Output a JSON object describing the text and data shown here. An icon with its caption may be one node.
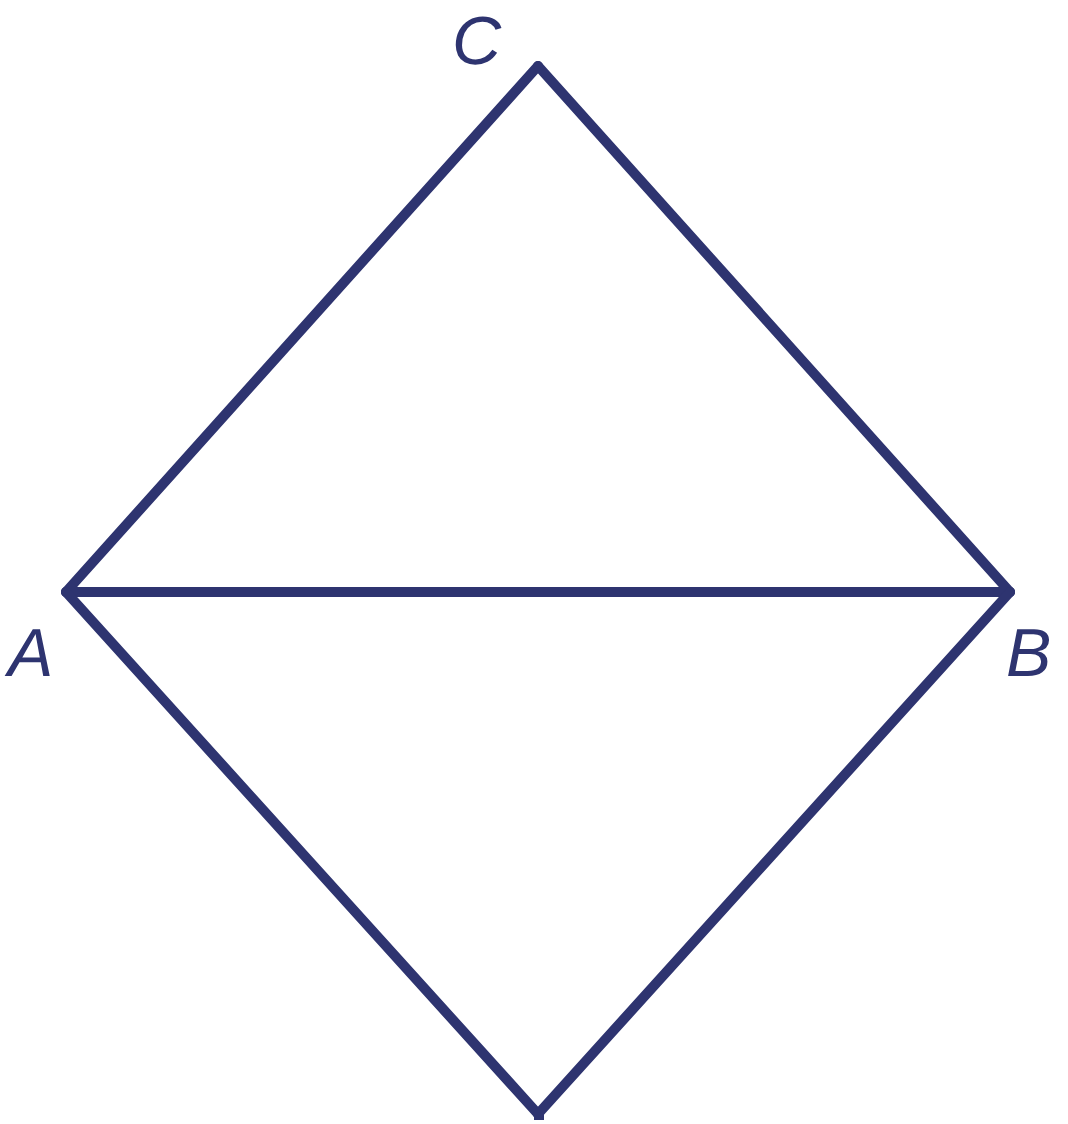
{
  "diagram": {
    "nodes": [
      {
        "text": [
          "C"
        ]
      },
      {
        "text": [
          "A"
        ]
      },
      {
        "text": [
          "B"
        ]
      },
      {
        "text": [],
        "shape": "point"
      }
    ],
    "edges": [
      {
        "from": 1,
        "to": 0,
        "arrow": "none"
      },
      {
        "from": 0,
        "to": 2,
        "arrow": "none"
      },
      {
        "from": 1,
        "to": 2,
        "arrow": "none"
      },
      {
        "from": 1,
        "to": 3,
        "arrow": "none"
      },
      {
        "from": 3,
        "to": 2,
        "arrow": "none"
      }
    ]
  }
}
